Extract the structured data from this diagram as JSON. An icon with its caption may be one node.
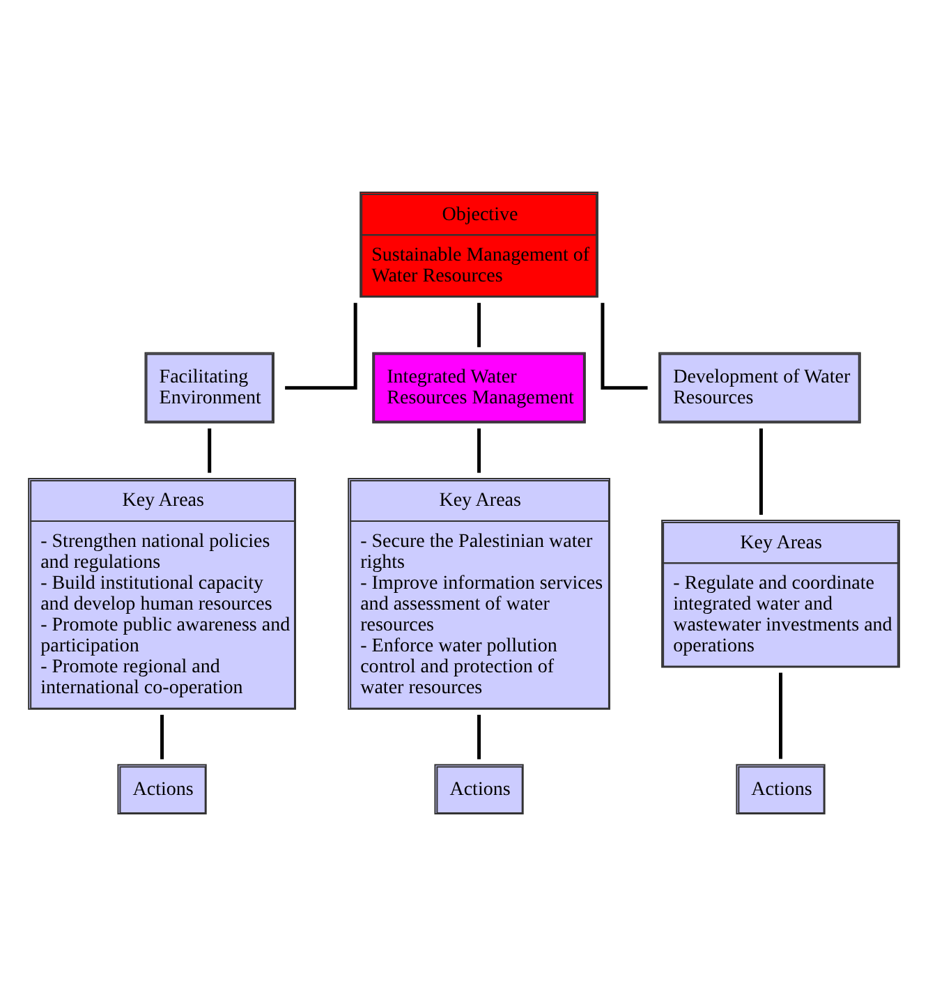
{
  "diagram": {
    "nodes": [
      {
        "text": [
          "Objective",
          "Sustainable Management of Water Resources"
        ]
      },
      {
        "text": [
          "Facilitating Environment"
        ]
      },
      {
        "text": [
          "Integrated Water Resources Management"
        ]
      },
      {
        "text": [
          "Development of Water Resources"
        ]
      },
      {
        "text": [
          "Key Areas",
          "- Strengthen national policies and regulations",
          "- Build institutional capacity and develop human resources",
          "- Promote public awareness and participation",
          "- Promote regional and international co-operation"
        ]
      },
      {
        "text": [
          "Key Areas",
          "- Secure the Palestinian water rights",
          "- Improve information services and assessment of water resources",
          "- Enforce water pollution control and protection of water resources"
        ]
      },
      {
        "text": [
          "Key Areas",
          "- Regulate and coordinate integrated water and wastewater investments and operations"
        ]
      },
      {
        "text": [
          "Actions"
        ]
      },
      {
        "text": [
          "Actions"
        ]
      },
      {
        "text": [
          "Actions"
        ]
      }
    ],
    "edges": [
      {
        "from": 0,
        "to": 1,
        "arrow": "none"
      },
      {
        "from": 0,
        "to": 2,
        "arrow": "none"
      },
      {
        "from": 0,
        "to": 3,
        "arrow": "none"
      },
      {
        "from": 1,
        "to": 4,
        "arrow": "none"
      },
      {
        "from": 2,
        "to": 5,
        "arrow": "none"
      },
      {
        "from": 3,
        "to": 6,
        "arrow": "none"
      },
      {
        "from": 4,
        "to": 7,
        "arrow": "none"
      },
      {
        "from": 5,
        "to": 8,
        "arrow": "none"
      },
      {
        "from": 6,
        "to": 9,
        "arrow": "none"
      }
    ]
  }
}
